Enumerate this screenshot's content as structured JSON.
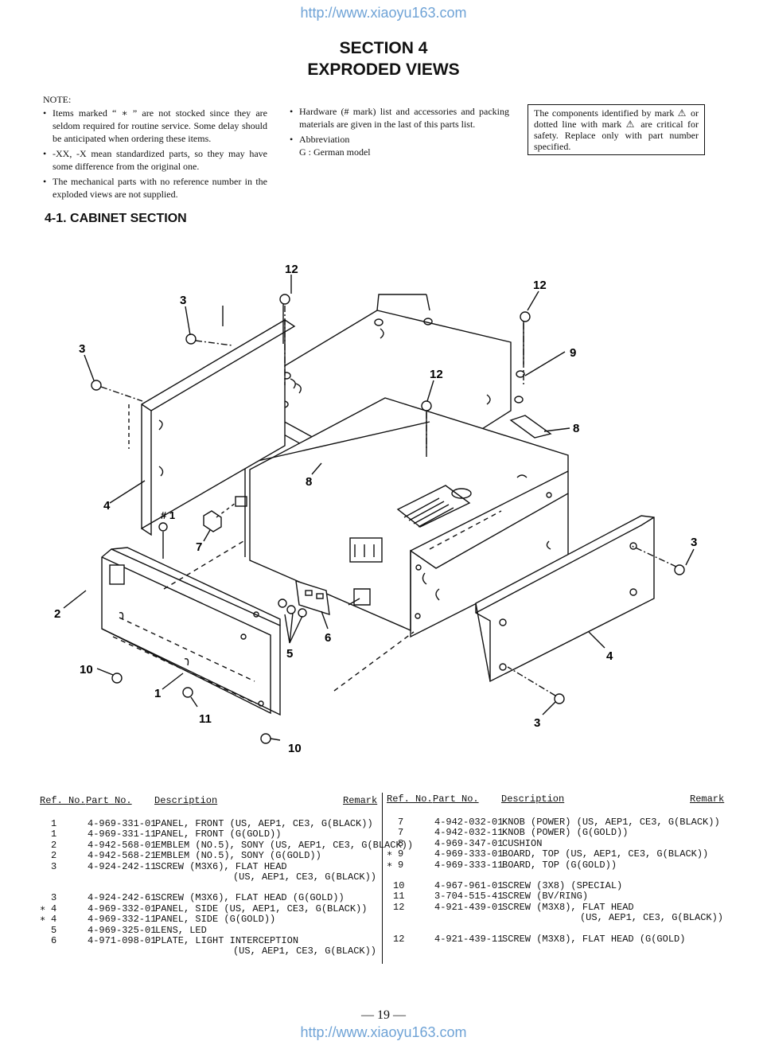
{
  "watermark": {
    "url_top": "http://www.xiaoyu163.com",
    "url_bottom": "http://www.xiaoyu163.com"
  },
  "section": {
    "line1": "SECTION  4",
    "line2": "EXPRODED VIEWS"
  },
  "note": {
    "heading": "NOTE:",
    "col1": [
      "Items marked “ ∗ ” are not stocked since they are seldom required for routine service. Some delay should be anticipated when ordering these items.",
      "-XX, -X mean standardized parts, so they may have some difference from the original one.",
      "The mechanical parts with no reference number in the exploded views are not supplied."
    ],
    "col2": [
      "Hardware (# mark) list and accessories and packing materials are given in the last of this parts list.",
      "Abbreviation"
    ],
    "abbreviation": "G : German model",
    "safety_box": "The components identified by mark ⚠ or dotted line with mark ⚠ are critical for safety. Replace only with part number specified."
  },
  "subsection": "4-1.   CABINET SECTION",
  "diagram_labels": {
    "l12a": "12",
    "l12b": "12",
    "l12c": "12",
    "l3a": "3",
    "l3b": "3",
    "l3c": "3",
    "l3d": "3",
    "l9": "9",
    "l8a": "8",
    "l8b": "8",
    "l4a": "4",
    "l4b": "4",
    "l1hash": "# 1",
    "l7": "7",
    "l2": "2",
    "l6": "6",
    "l5": "5",
    "l10a": "10",
    "l10b": "10",
    "l1": "1",
    "l11": "11"
  },
  "table": {
    "headers": {
      "ref": "Ref. No.",
      "part": "Part No.",
      "desc": "Description",
      "remark": "Remark"
    },
    "left": [
      {
        "mark": "",
        "ref": "1",
        "part": "4-969-331-01",
        "desc": "PANEL,  FRONT  (US, AEP1, CE3, G(BLACK))"
      },
      {
        "mark": "",
        "ref": "1",
        "part": "4-969-331-11",
        "desc": "PANEL,  FRONT  (G(GOLD))"
      },
      {
        "mark": "",
        "ref": "2",
        "part": "4-942-568-01",
        "desc": "EMBLEM (NO.5),  SONY  (US, AEP1, CE3, G(BLACK))"
      },
      {
        "mark": "",
        "ref": "2",
        "part": "4-942-568-21",
        "desc": "EMBLEM (NO.5),  SONY  (G(GOLD))"
      },
      {
        "mark": "",
        "ref": "3",
        "part": "4-924-242-11",
        "desc": "SCREW  (M3X6),  FLAT HEAD"
      },
      {
        "mark": "",
        "ref": "",
        "part": "",
        "desc": "",
        "cont": "(US, AEP1, CE3, G(BLACK))"
      },
      {
        "mark": "",
        "ref": "3",
        "part": "4-924-242-61",
        "desc": "SCREW  (M3X6),  FLAT HEAD (G(GOLD))"
      },
      {
        "mark": "∗",
        "ref": "4",
        "part": "4-969-332-01",
        "desc": "PANEL,  SIDE  (US, AEP1, CE3, G(BLACK))"
      },
      {
        "mark": "∗",
        "ref": "4",
        "part": "4-969-332-11",
        "desc": "PANEL,  SIDE  (G(GOLD))"
      },
      {
        "mark": "",
        "ref": "5",
        "part": "4-969-325-01",
        "desc": "LENS,  LED"
      },
      {
        "mark": "",
        "ref": "6",
        "part": "4-971-098-01",
        "desc": "PLATE,  LIGHT INTERCEPTION"
      },
      {
        "mark": "",
        "ref": "",
        "part": "",
        "desc": "",
        "cont": "(US, AEP1, CE3, G(BLACK))"
      }
    ],
    "right": [
      {
        "mark": "",
        "ref": "7",
        "part": "4-942-032-01",
        "desc": "KNOB  (POWER) (US, AEP1, CE3, G(BLACK))"
      },
      {
        "mark": "",
        "ref": "7",
        "part": "4-942-032-11",
        "desc": "KNOB  (POWER) (G(GOLD))"
      },
      {
        "mark": "",
        "ref": "8",
        "part": "4-969-347-01",
        "desc": "CUSHION"
      },
      {
        "mark": "∗",
        "ref": "9",
        "part": "4-969-333-01",
        "desc": "BOARD,  TOP  (US, AEP1, CE3, G(BLACK))"
      },
      {
        "mark": "∗",
        "ref": "9",
        "part": "4-969-333-11",
        "desc": "BOARD,  TOP  (G(GOLD))"
      },
      {
        "mark": "",
        "ref": "10",
        "part": "4-967-961-01",
        "desc": "SCREW  (3X8) (SPECIAL)"
      },
      {
        "mark": "",
        "ref": "11",
        "part": "3-704-515-41",
        "desc": "SCREW  (BV/RING)"
      },
      {
        "mark": "",
        "ref": "12",
        "part": "4-921-439-01",
        "desc": "SCREW  (M3X8),  FLAT HEAD"
      },
      {
        "mark": "",
        "ref": "",
        "part": "",
        "desc": "",
        "cont": "(US, AEP1, CE3, G(BLACK))"
      },
      {
        "mark": "",
        "ref": "12",
        "part": "4-921-439-11",
        "desc": "SCREW  (M3X8),  FLAT HEAD  (G(GOLD)"
      }
    ]
  },
  "page_number": "— 19 —"
}
